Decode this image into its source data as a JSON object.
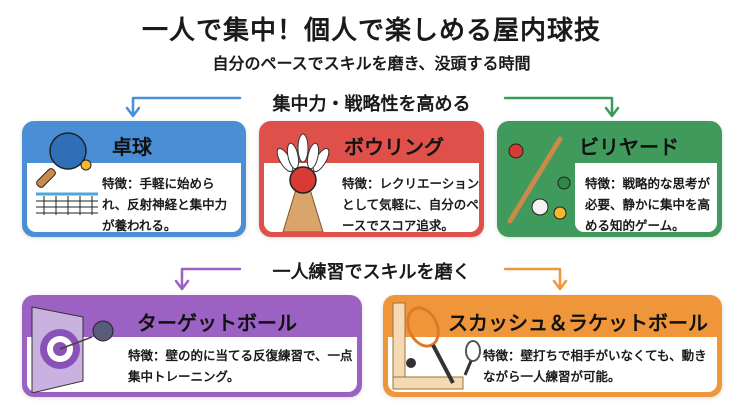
{
  "title": "一人で集中！個人で楽しめる屋内球技",
  "subtitle": "自分のペースでスキルを磨き、没頭する時間",
  "sections": [
    {
      "heading": "集中力・戦略性を高める",
      "colors": [
        "#4a90d9",
        "#3a9a5a"
      ]
    },
    {
      "heading": "一人練習でスキルを磨く",
      "colors": [
        "#9b62c4",
        "#f0963a"
      ]
    }
  ],
  "cards": [
    {
      "name": "卓球",
      "desc": "特徴：手軽に始められ、反射神経と集中力が養われる。",
      "color": "#4a8fd6",
      "icon": "table-tennis-icon"
    },
    {
      "name": "ボウリング",
      "desc": "特徴：レクリエーションとして気軽に、自分のペースでスコア追求。",
      "color": "#e0504a",
      "icon": "bowling-icon"
    },
    {
      "name": "ビリヤード",
      "desc": "特徴：戦略的な思考が必要、静かに集中を高める知的ゲーム。",
      "color": "#3f9a5c",
      "icon": "billiards-icon"
    },
    {
      "name": "ターゲットボール",
      "desc": "特徴：壁の的に当てる反復練習で、一点集中トレーニング。",
      "color": "#9b62c4",
      "icon": "target-ball-icon"
    },
    {
      "name": "スカッシュ＆ラケットボール",
      "desc": "特徴：壁打ちで相手がいなくても、動きながら一人練習が可能。",
      "color": "#f0963a",
      "icon": "racket-icon"
    }
  ]
}
